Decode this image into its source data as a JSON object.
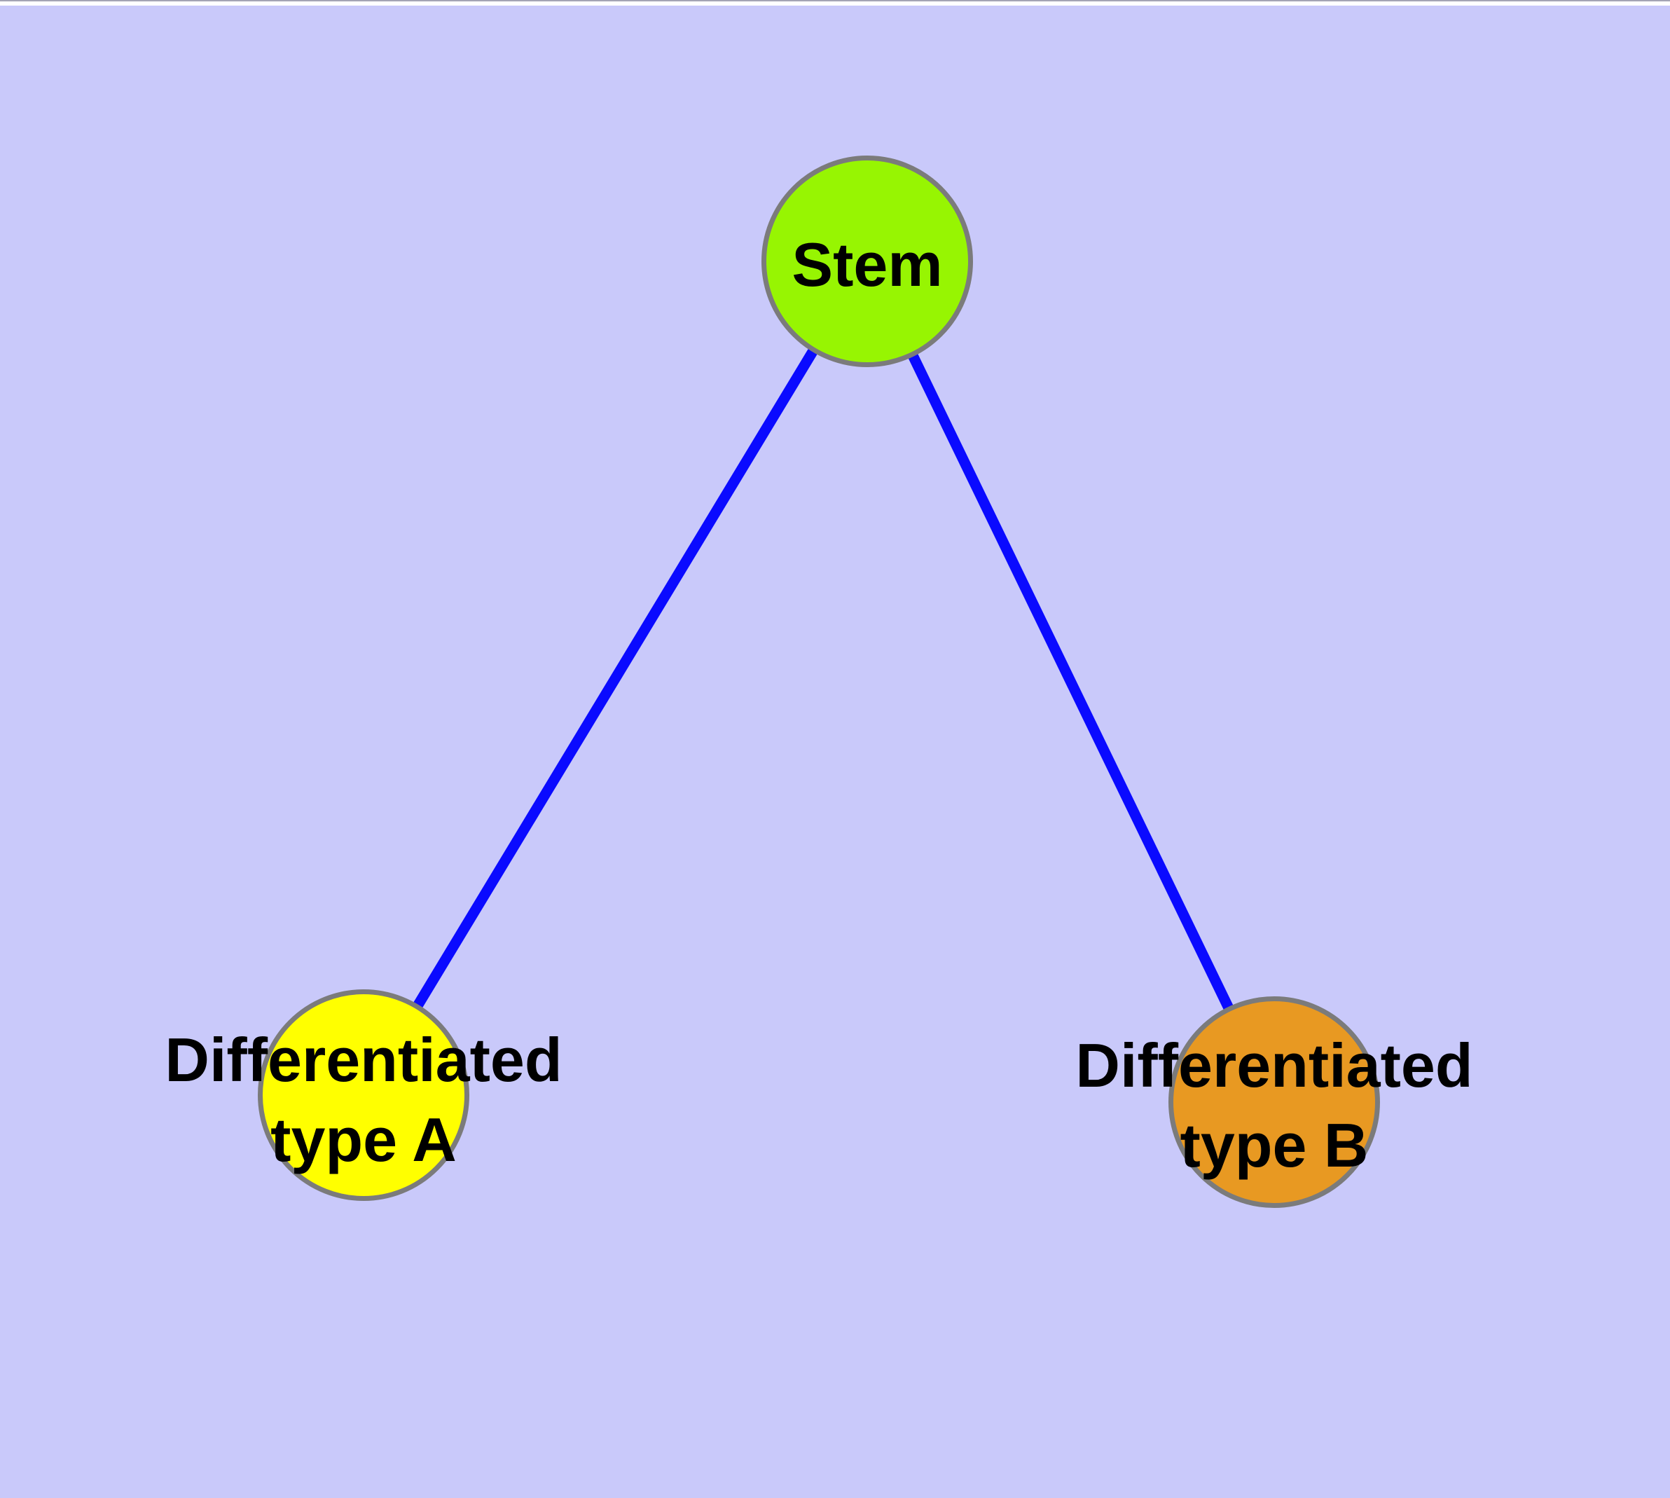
{
  "diagram": {
    "background_color": "#C9C9FA",
    "top_strip_color": "#FFFFFF",
    "edge_color": "#0A0AFF",
    "node_border_color": "#7B7B7B",
    "label_color": "#000000",
    "nodes": [
      {
        "id": "stem",
        "label": "Stem",
        "fill": "#97F502"
      },
      {
        "id": "type-a",
        "label_line1": "Differentiated",
        "label_line2": "type A",
        "fill": "#FFFF00"
      },
      {
        "id": "type-b",
        "label_line1": "Differentiated",
        "label_line2": "type B",
        "fill": "#E89922"
      }
    ],
    "edges": [
      {
        "from": "Stem",
        "to": "Differentiated type A"
      },
      {
        "from": "Stem",
        "to": "Differentiated type B"
      }
    ]
  }
}
